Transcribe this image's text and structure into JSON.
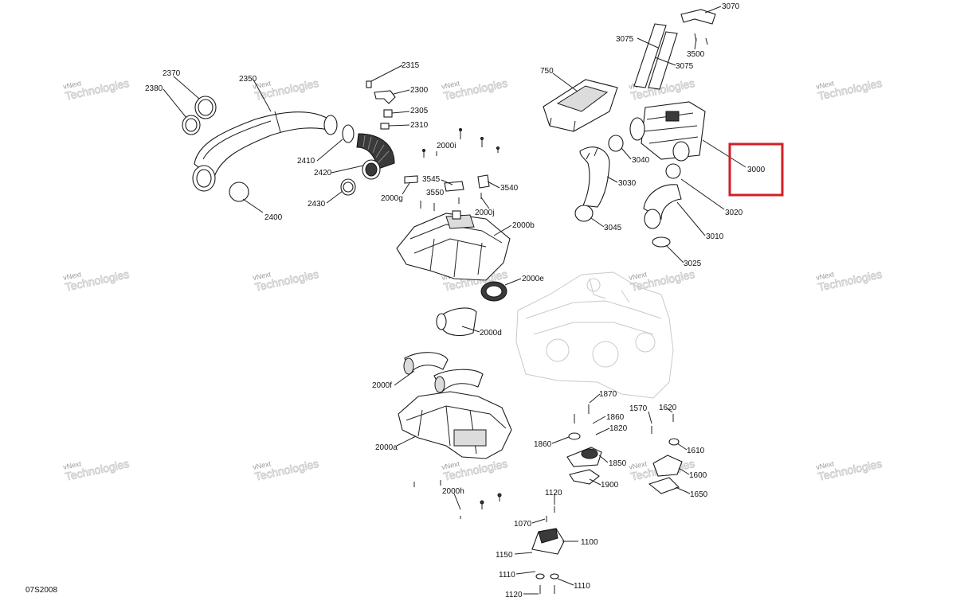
{
  "diagram_code": "07S2008",
  "watermark": {
    "line1": "vNext",
    "line2": "Technologies"
  },
  "highlight_color": "#d31f26",
  "callouts": [
    "3070",
    "3075",
    "3075",
    "3500",
    "750",
    "2370",
    "2380",
    "2350",
    "2315",
    "2300",
    "2305",
    "2310",
    "2000i",
    "2410",
    "2420",
    "2430",
    "2400",
    "3545",
    "3540",
    "3550",
    "2000g",
    "2000j",
    "2000b",
    "3040",
    "3030",
    "3045",
    "3000",
    "3020",
    "3010",
    "3025",
    "2000e",
    "2000d",
    "2000f",
    "2000a",
    "1870",
    "1860",
    "1820",
    "1860",
    "1850",
    "1900",
    "1570",
    "1620",
    "1610",
    "1600",
    "1650",
    "2000h",
    "1120",
    "1070",
    "1100",
    "1150",
    "1110",
    "1110",
    "1120"
  ]
}
